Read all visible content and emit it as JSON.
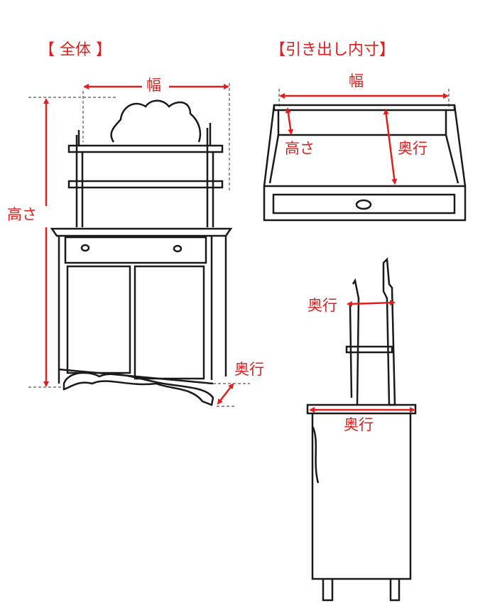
{
  "colors": {
    "accent": "#e01e1e",
    "line": "#1a1a1a"
  },
  "overall": {
    "title": "【 全体 】",
    "width": "幅",
    "height": "高さ",
    "depth": "奥行"
  },
  "drawer": {
    "title": "【引き出し内寸】",
    "width": "幅",
    "height": "高さ",
    "depth": "奥行"
  },
  "side": {
    "shelf_depth": "奥行",
    "top_depth": "奥行"
  }
}
